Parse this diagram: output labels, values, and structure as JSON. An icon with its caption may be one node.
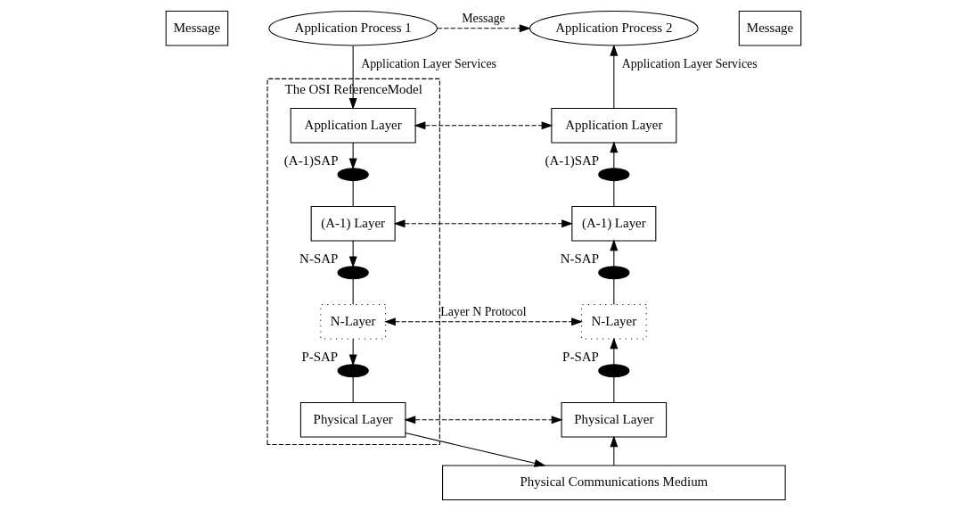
{
  "diagram": {
    "nodes": [
      {
        "text": [
          "Application Process 1"
        ]
      },
      {
        "text": [
          "Application Process 2"
        ]
      },
      {
        "text": [
          "Message"
        ]
      },
      {
        "text": [
          "Message"
        ]
      },
      {
        "text": [
          "The OSI ReferenceModel"
        ]
      },
      {
        "text": [
          "Application Layer"
        ],
        "in": 4
      },
      {
        "text": [],
        "shape": "ellipse",
        "beside": [
          "(A-1)SAP"
        ],
        "in": 4
      },
      {
        "text": [
          "(A-1) Layer"
        ],
        "in": 4
      },
      {
        "text": [],
        "shape": "ellipse",
        "beside": [
          "N-SAP"
        ],
        "in": 4
      },
      {
        "text": [
          "N-Layer"
        ],
        "in": 4
      },
      {
        "text": [],
        "shape": "ellipse",
        "beside": [
          "P-SAP"
        ],
        "in": 4
      },
      {
        "text": [
          "Physical Layer"
        ],
        "in": 4
      },
      {
        "text": [
          "Application Layer"
        ]
      },
      {
        "text": [],
        "shape": "ellipse",
        "beside": [
          "(A-1)SAP"
        ]
      },
      {
        "text": [
          "(A-1) Layer"
        ]
      },
      {
        "text": [],
        "shape": "ellipse",
        "beside": [
          "N-SAP"
        ]
      },
      {
        "text": [
          "N-Layer"
        ]
      },
      {
        "text": [],
        "shape": "ellipse",
        "beside": [
          "P-SAP"
        ]
      },
      {
        "text": [
          "Physical Layer"
        ]
      },
      {
        "text": [
          "Physical Communications Medium"
        ]
      }
    ],
    "edges": [
      {
        "from": 0,
        "to": 1,
        "arrow": "to",
        "label": "Message",
        "style": "dashed"
      },
      {
        "from": 0,
        "to": 5,
        "arrow": "to",
        "label": "Application Layer Services"
      },
      {
        "from": 12,
        "to": 1,
        "arrow": "to",
        "label": "Application Layer Services"
      },
      {
        "from": 5,
        "to": 6,
        "arrow": "to"
      },
      {
        "from": 6,
        "to": 7,
        "arrow": "none"
      },
      {
        "from": 7,
        "to": 8,
        "arrow": "to"
      },
      {
        "from": 8,
        "to": 9,
        "arrow": "none"
      },
      {
        "from": 9,
        "to": 10,
        "arrow": "to"
      },
      {
        "from": 10,
        "to": 11,
        "arrow": "none"
      },
      {
        "from": 11,
        "to": 19,
        "arrow": "to"
      },
      {
        "from": 19,
        "to": 18,
        "arrow": "to"
      },
      {
        "from": 18,
        "to": 17,
        "arrow": "none"
      },
      {
        "from": 17,
        "to": 16,
        "arrow": "to"
      },
      {
        "from": 16,
        "to": 15,
        "arrow": "none"
      },
      {
        "from": 15,
        "to": 14,
        "arrow": "to"
      },
      {
        "from": 14,
        "to": 13,
        "arrow": "none"
      },
      {
        "from": 13,
        "to": 12,
        "arrow": "to"
      },
      {
        "from": 5,
        "to": 12,
        "arrow": "both",
        "style": "dashed"
      },
      {
        "from": 7,
        "to": 14,
        "arrow": "both",
        "style": "dashed"
      },
      {
        "from": 9,
        "to": 16,
        "arrow": "both",
        "style": "dashed",
        "label": "Layer N Protocol"
      },
      {
        "from": 11,
        "to": 18,
        "arrow": "both",
        "style": "dashed"
      }
    ]
  }
}
